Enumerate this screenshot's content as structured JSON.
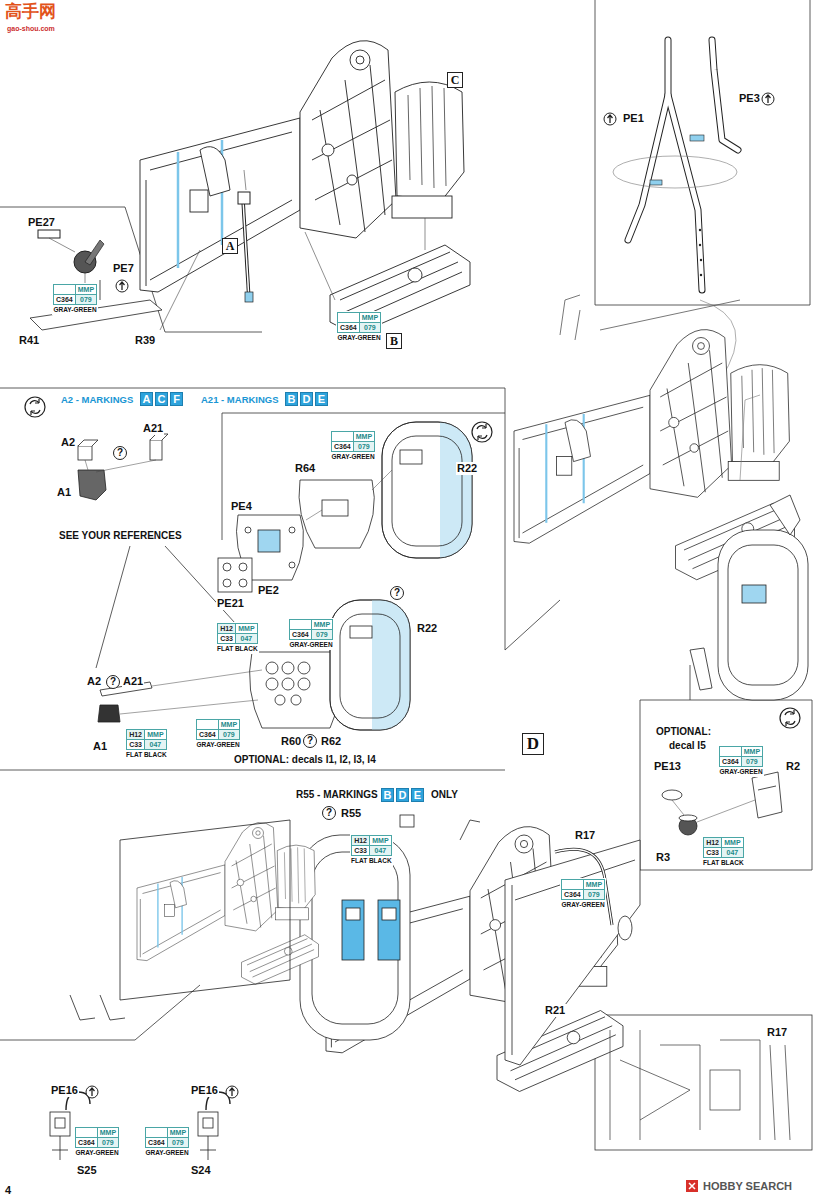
{
  "diagram": {
    "nodes": [
      {
        "text": [
          "C"
        ]
      },
      {
        "text": [
          "A"
        ]
      },
      {
        "text": [
          "MMP",
          "C364",
          "079",
          "GRAY-GREEN"
        ]
      },
      {
        "text": [
          "B"
        ]
      },
      {
        "text": [
          "MMP",
          "C364",
          "079",
          "GRAY-GREEN"
        ]
      },
      {
        "text": [
          "A"
        ]
      },
      {
        "text": [
          "C"
        ]
      },
      {
        "text": [
          "F"
        ]
      },
      {
        "text": [
          "B"
        ]
      },
      {
        "text": [
          "D"
        ]
      },
      {
        "text": [
          "E"
        ]
      },
      {
        "text": [
          "?"
        ]
      },
      {
        "text": [
          "MMP",
          "C364",
          "079",
          "GRAY-GREEN"
        ]
      },
      {
        "text": [
          "?"
        ]
      },
      {
        "text": [
          "H12",
          "MMP",
          "C33",
          "047",
          "FLAT BLACK"
        ]
      },
      {
        "text": [
          "MMP",
          "C364",
          "079",
          "GRAY-GREEN"
        ]
      },
      {
        "text": [
          "?"
        ]
      },
      {
        "text": [
          "H12",
          "MMP",
          "C33",
          "047",
          "FLAT BLACK"
        ]
      },
      {
        "text": [
          "MMP",
          "C364",
          "079",
          "GRAY-GREEN"
        ]
      },
      {
        "text": [
          "?"
        ]
      },
      {
        "text": [
          "D"
        ]
      },
      {
        "text": [
          "MMP",
          "C364",
          "079",
          "GRAY-GREEN"
        ]
      },
      {
        "text": [
          "B"
        ]
      },
      {
        "text": [
          "D"
        ]
      },
      {
        "text": [
          "E"
        ]
      },
      {
        "text": [
          "?"
        ]
      },
      {
        "text": [
          "H12",
          "MMP",
          "C33",
          "047",
          "FLAT BLACK"
        ]
      },
      {
        "text": [
          "H12",
          "MMP",
          "C33",
          "047",
          "FLAT BLACK"
        ]
      },
      {
        "text": [
          "MMP",
          "C364",
          "079",
          "GRAY-GREEN"
        ]
      },
      {
        "text": [
          "MMP",
          "C364",
          "079",
          "GRAY-GREEN"
        ]
      },
      {
        "text": [
          "MMP",
          "C364",
          "079",
          "GRAY-GREEN"
        ]
      }
    ],
    "labels": [
      "高手网",
      "gao-shou.com",
      "PE1",
      "PE3",
      "PE27",
      "PE7",
      "R41",
      "R39",
      "A2 - MARKINGS",
      "A21 - MARKINGS",
      "A21",
      "A2",
      "R64",
      "R22",
      "A1",
      "PE4",
      "SEE YOUR REFERENCES",
      "PE2",
      "PE21",
      "R22",
      "A2",
      "A21",
      "OPTIONAL:",
      "R60",
      "R62",
      "A1",
      "decal I5",
      "OPTIONAL: decals I1, I2, I3, I4",
      "PE13",
      "R2",
      "R55 - MARKINGS",
      "ONLY",
      "R55",
      "R17",
      "R3",
      "R21",
      "R17",
      "PE16",
      "PE16",
      "S25",
      "S24",
      "4",
      "HOBBY SEARCH"
    ]
  }
}
